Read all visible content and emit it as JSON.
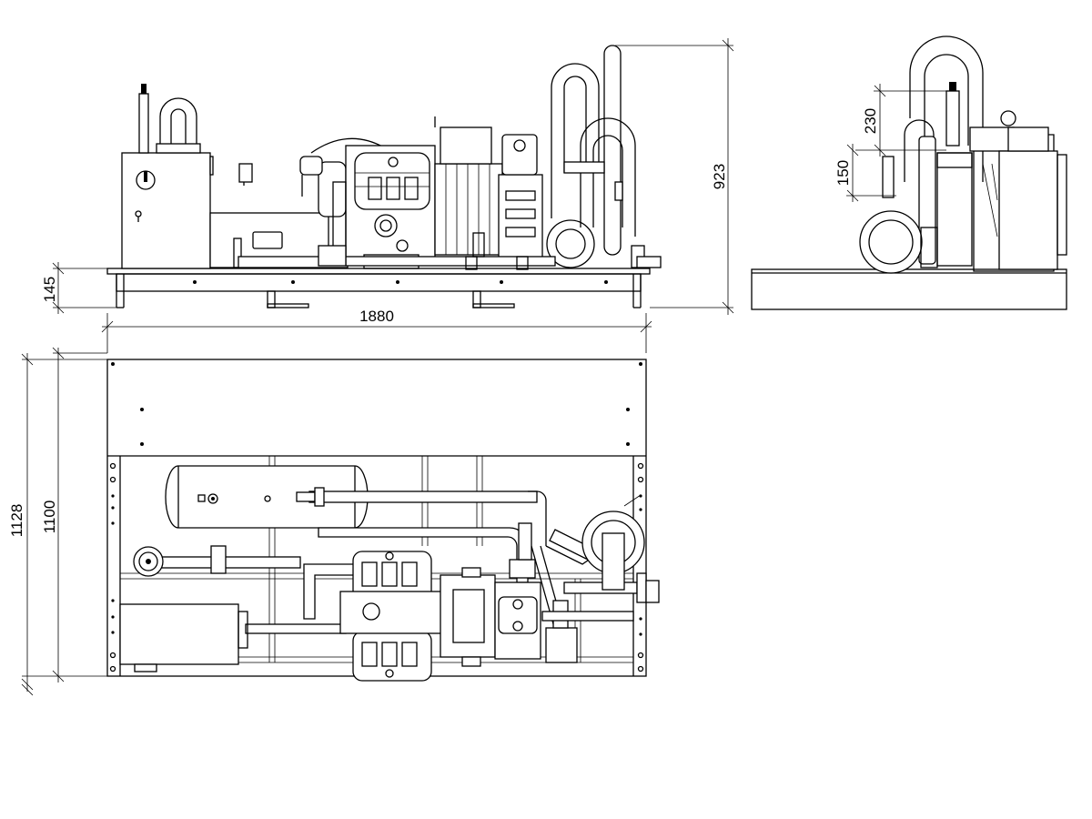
{
  "drawing": {
    "dimensions": {
      "base_height": "145",
      "overall_length": "1880",
      "overall_height": "923",
      "side_offset_upper": "230",
      "side_offset_lower": "150",
      "plan_width_outer": "1128",
      "plan_width_inner": "1100"
    }
  }
}
